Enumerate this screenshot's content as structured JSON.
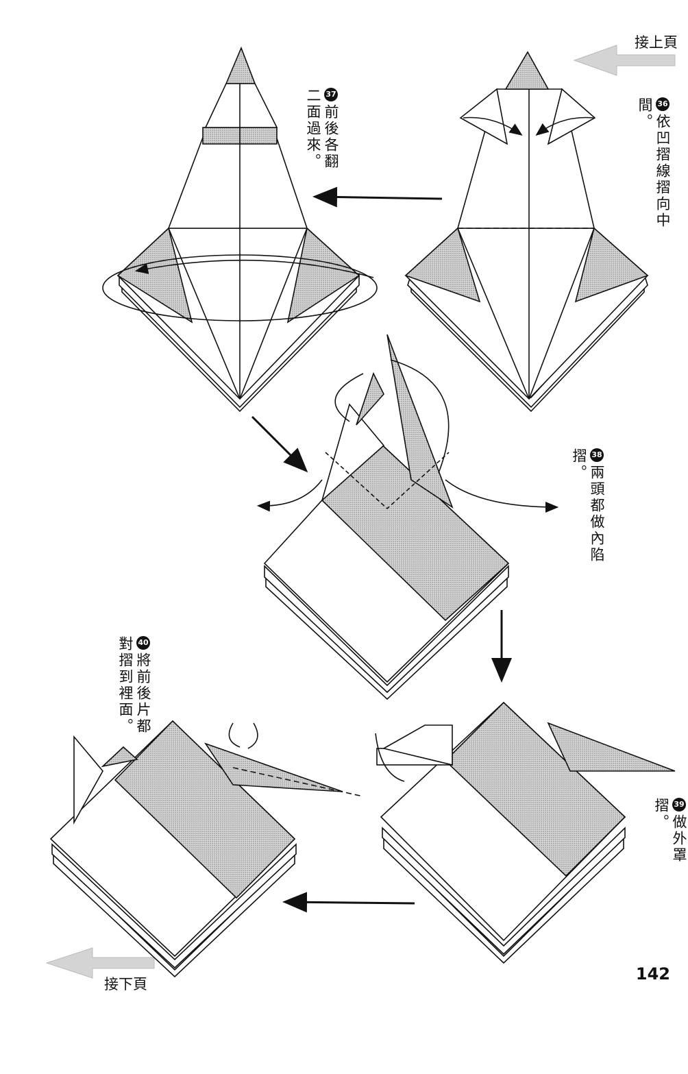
{
  "nav": {
    "continue_from_prev": "接上頁",
    "continue_to_next": "接下頁"
  },
  "page_number": "142",
  "steps": [
    {
      "number": "36",
      "text": "依凹摺線摺向中間。"
    },
    {
      "number": "37",
      "text": "前後各翻二面過來。"
    },
    {
      "number": "38",
      "text": "兩頭都做內陷摺。"
    },
    {
      "number": "39",
      "text": "做外罩摺。"
    },
    {
      "number": "40",
      "text": "將前後片都對摺到裡面。"
    }
  ],
  "colors": {
    "paper": "#ffffff",
    "shade": "#bdbdbd",
    "line": "#111111",
    "nav_arrow": "#cfcfcf"
  }
}
